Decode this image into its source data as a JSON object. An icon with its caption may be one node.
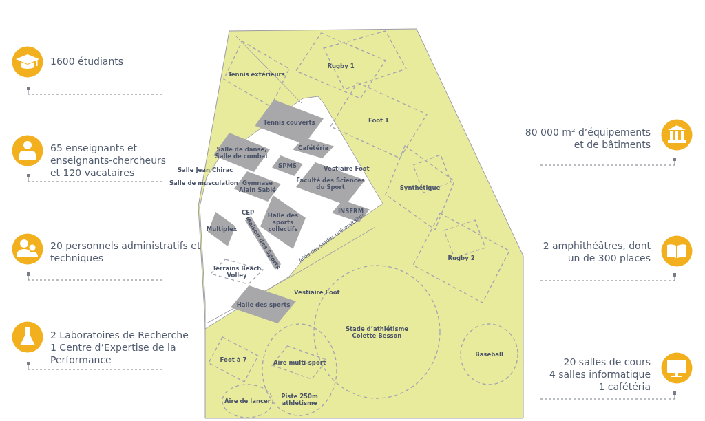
{
  "diagram": {
    "nodes": [
      {
        "text": [
          "Tennis extérieurs"
        ]
      },
      {
        "text": [
          "Rugby 1"
        ]
      },
      {
        "text": [
          "Foot 1"
        ]
      },
      {
        "text": [
          "Tennis couverts"
        ]
      },
      {
        "text": [
          "Salle de danse, Salle de combat"
        ]
      },
      {
        "text": [
          "Cafétéria"
        ]
      },
      {
        "text": [
          "SPMS"
        ]
      },
      {
        "text": [
          "Gymnase Alain Sablé"
        ]
      },
      {
        "text": [
          "Faculté des Sciences du Sport"
        ]
      },
      {
        "text": [
          "Synthétique"
        ]
      },
      {
        "text": [
          "INSERM"
        ]
      },
      {
        "text": [
          "Halle des sports collectifs"
        ]
      },
      {
        "text": [
          "Maison des Sports"
        ]
      },
      {
        "text": [
          "Multiplex"
        ]
      },
      {
        "text": [
          "Terrains Beach Volley"
        ]
      },
      {
        "text": [
          "Rugby 2"
        ]
      },
      {
        "text": [
          "Halle des sports"
        ]
      },
      {
        "text": [
          "Stade d’athlétisme Colette Besson"
        ]
      },
      {
        "text": [
          "Baseball"
        ]
      },
      {
        "text": [
          "Foot à 7"
        ]
      },
      {
        "text": [
          "Piste 250m athlétisme"
        ]
      },
      {
        "text": [
          "Aire multi-sport"
        ],
        "in": 20
      },
      {
        "text": [
          "Aire de lancer"
        ]
      }
    ],
    "labels": [
      "1600 étudiants",
      "80 000 m² d’équipements et de bâtiments",
      "65 enseignants et enseignants-chercheurs et 120 vacataires",
      "Salle Jean Chirac",
      "Vestiaire Foot",
      "Salle de musculation",
      "CEP",
      "Allée des Stades Universitaires",
      "20 personnels administratifs et techniques",
      "2 amphithéâtres, dont un de 300 places",
      "Vestiaire Foot",
      "2 Laboratoires de Recherche",
      "1 Centre d’Expertise de la Performance",
      "20 salles de cours",
      "4 salles informatique",
      "1 cafétéria"
    ]
  }
}
